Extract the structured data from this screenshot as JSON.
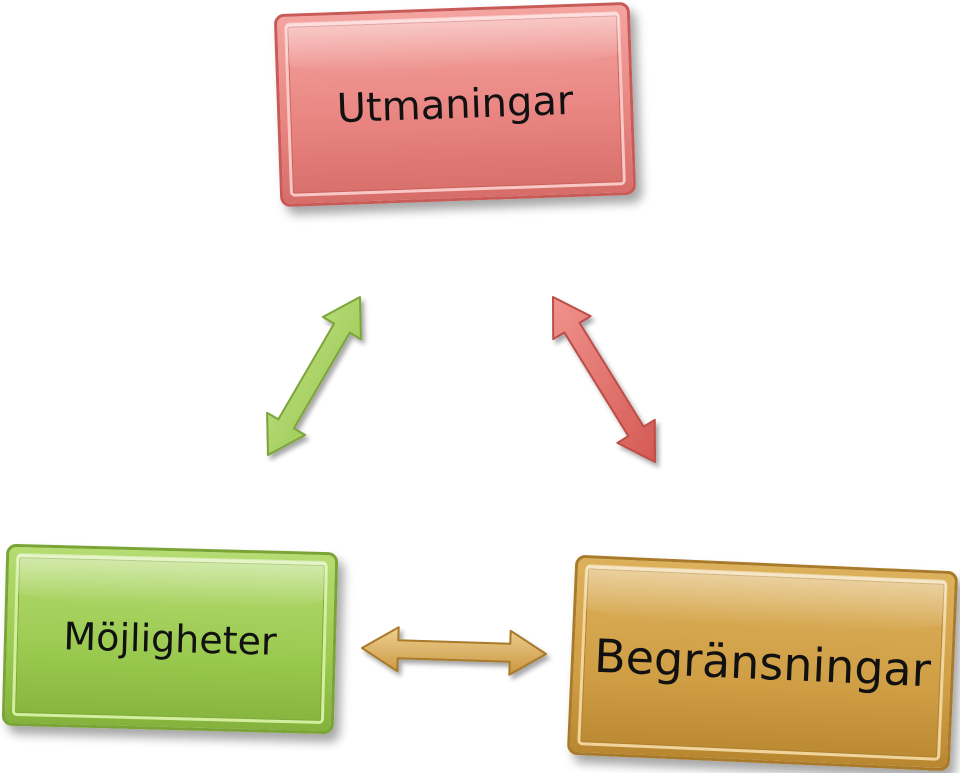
{
  "nodes": {
    "top": {
      "label": "Utmaningar",
      "color": "#e8837f"
    },
    "left": {
      "label": "Möjligheter",
      "color": "#9ac94f"
    },
    "right": {
      "label": "Begränsningar",
      "color": "#cf9e45"
    }
  },
  "edges": [
    {
      "from": "left",
      "to": "top",
      "type": "double-arrow",
      "color": "#9ac94f"
    },
    {
      "from": "top",
      "to": "right",
      "type": "double-arrow",
      "color": "#e06e68"
    },
    {
      "from": "left",
      "to": "right",
      "type": "double-arrow",
      "color": "#d6ad5f"
    }
  ]
}
